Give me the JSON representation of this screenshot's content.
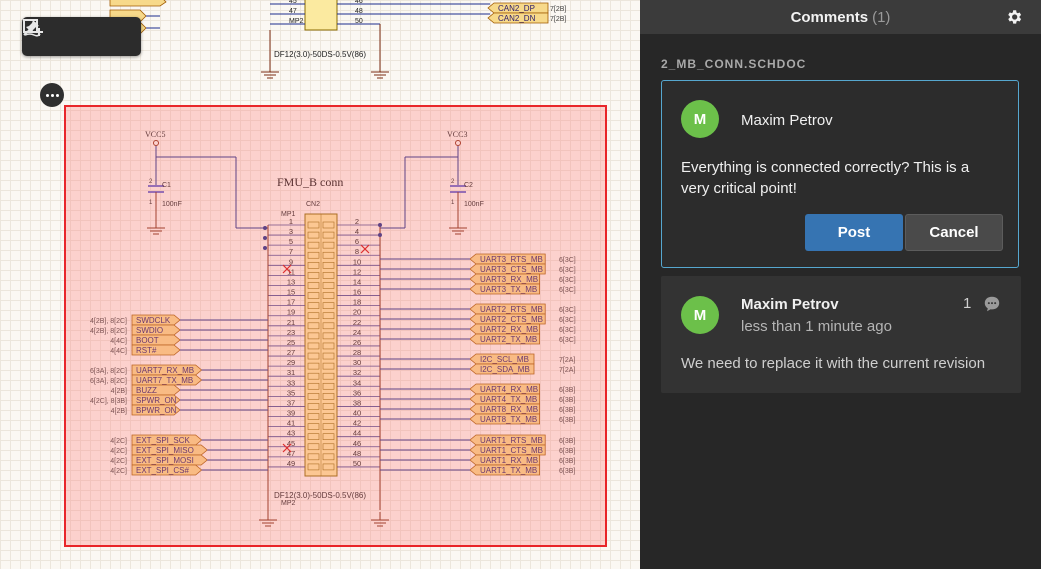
{
  "toolbar": {
    "pin_icon": "pin-icon",
    "area_icon": "add-area-icon",
    "draw_icon": "freehand-draw-icon"
  },
  "schematic": {
    "top_fragment": {
      "pins_left": [
        "45",
        "47",
        "MP2"
      ],
      "pins_right": [
        "46",
        "48",
        "50"
      ],
      "nets_right": [
        "CAN2_DP",
        "CAN2_DN"
      ],
      "refs_right": [
        "7[2B]",
        "7[2B]"
      ],
      "part": "DF12(3.0)-50DS-0.5V(86)"
    },
    "sheet_title": "FMU_B conn",
    "cap_left": {
      "power": "VCC5",
      "ref": "C1",
      "value": "100nF",
      "pin_top": "2",
      "pin_bottom": "1"
    },
    "cap_right": {
      "power": "VCC3",
      "ref": "C2",
      "value": "100nF",
      "pin_top": "2",
      "pin_bottom": "1"
    },
    "connector": {
      "ref": "CN2",
      "part": "DF12(3.0)-50DS-0.5V(86)",
      "mp_top": "MP1",
      "mp_bottom": "MP2",
      "left_pins": [
        "1",
        "3",
        "5",
        "7",
        "9",
        "11",
        "13",
        "15",
        "17",
        "19",
        "21",
        "23",
        "25",
        "27",
        "29",
        "31",
        "33",
        "35",
        "37",
        "39",
        "41",
        "43",
        "45",
        "47",
        "49"
      ],
      "right_pins": [
        "2",
        "4",
        "6",
        "8",
        "10",
        "12",
        "14",
        "16",
        "18",
        "20",
        "22",
        "24",
        "26",
        "28",
        "30",
        "32",
        "34",
        "36",
        "38",
        "40",
        "42",
        "44",
        "46",
        "48",
        "50"
      ]
    },
    "left_nets": [
      {
        "ref": "4[2B], 8[2C]",
        "name": "SWDCLK"
      },
      {
        "ref": "4[2B], 8[2C]",
        "name": "SWDIO"
      },
      {
        "ref": "4[4C]",
        "name": "BOOT"
      },
      {
        "ref": "4[4C]",
        "name": "RST#"
      },
      {
        "ref": "6[3A], 8[2C]",
        "name": "UART7_RX_MB"
      },
      {
        "ref": "6[3A], 8[2C]",
        "name": "UART7_TX_MB"
      },
      {
        "ref": "4[2B]",
        "name": "BUZZ"
      },
      {
        "ref": "4[2C], 8[3B]",
        "name": "SPWR_ON"
      },
      {
        "ref": "4[2B]",
        "name": "BPWR_ON"
      },
      {
        "ref": "4[2C]",
        "name": "EXT_SPI_SCK"
      },
      {
        "ref": "4[2C]",
        "name": "EXT_SPI_MISO"
      },
      {
        "ref": "4[2C]",
        "name": "EXT_SPI_MOSI"
      },
      {
        "ref": "4[2C]",
        "name": "EXT_SPI_CS#"
      }
    ],
    "right_nets": [
      {
        "name": "UART3_RTS_MB",
        "ref": "6[3C]"
      },
      {
        "name": "UART3_CTS_MB",
        "ref": "6[3C]"
      },
      {
        "name": "UART3_RX_MB",
        "ref": "6[3C]"
      },
      {
        "name": "UART3_TX_MB",
        "ref": "6[3C]"
      },
      {
        "name": "UART2_RTS_MB",
        "ref": "6[3C]"
      },
      {
        "name": "UART2_CTS_MB",
        "ref": "6[3C]"
      },
      {
        "name": "UART2_RX_MB",
        "ref": "6[3C]"
      },
      {
        "name": "UART2_TX_MB",
        "ref": "6[3C]"
      },
      {
        "name": "I2C_SCL_MB",
        "ref": "7[2A]"
      },
      {
        "name": "I2C_SDA_MB",
        "ref": "7[2A]"
      },
      {
        "name": "UART4_RX_MB",
        "ref": "6[3B]"
      },
      {
        "name": "UART4_TX_MB",
        "ref": "6[3B]"
      },
      {
        "name": "UART8_RX_MB",
        "ref": "6[3B]"
      },
      {
        "name": "UART8_TX_MB",
        "ref": "6[3B]"
      },
      {
        "name": "UART1_RTS_MB",
        "ref": "6[3B]"
      },
      {
        "name": "UART1_CTS_MB",
        "ref": "6[3B]"
      },
      {
        "name": "UART1_RX_MB",
        "ref": "6[3B]"
      },
      {
        "name": "UART1_TX_MB",
        "ref": "6[3B]"
      }
    ],
    "selection_color": "#e8262a"
  },
  "panel": {
    "title": "Comments",
    "count": "(1)",
    "settings_icon": "gear-icon",
    "document_name": "2_MB_CONN.SCHDOC",
    "new_comment": {
      "avatar_letter": "M",
      "author": "Maxim Petrov",
      "draft_text": "Everything is connected correctly? This is a very critical point!",
      "post_label": "Post",
      "cancel_label": "Cancel"
    },
    "threads": [
      {
        "avatar_letter": "M",
        "author": "Maxim Petrov",
        "time": "less than 1 minute ago",
        "reply_count": "1",
        "preview": "We need to replace it with the current revision"
      }
    ],
    "colors": {
      "accent": "#3674b2",
      "avatar": "#6cc04a",
      "focus_border": "#56a7cf"
    }
  }
}
